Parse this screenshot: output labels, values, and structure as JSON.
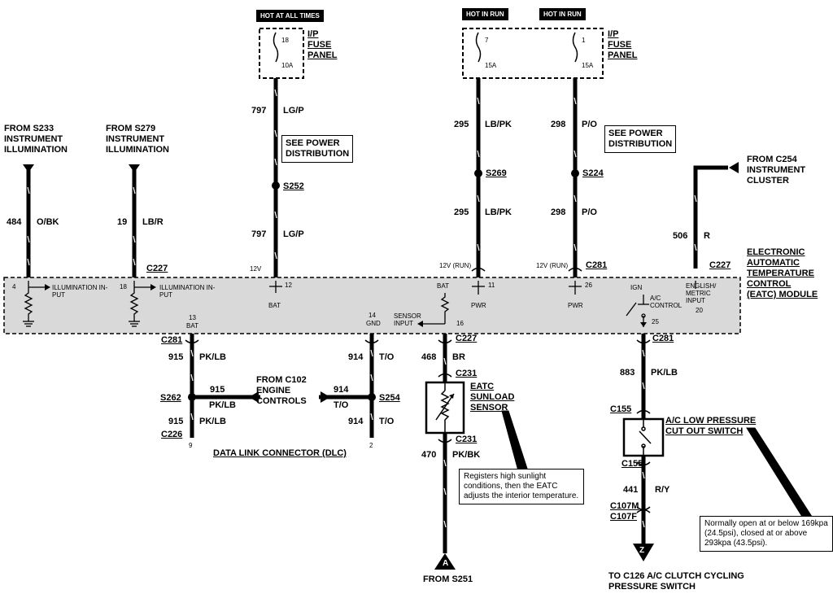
{
  "colors": {
    "wire": "#000000",
    "module_fill": "#d9d9d9",
    "background": "#ffffff"
  },
  "headers": {
    "hot_at_all_times": "HOT AT ALL TIMES",
    "hot_in_run_1": "HOT IN RUN",
    "hot_in_run_2": "HOT IN RUN"
  },
  "fuse_panels": {
    "left": {
      "fuse_no": "18",
      "rating": "10A",
      "label": "I/P\nFUSE\nPANEL"
    },
    "right": {
      "fuse_a_no": "7",
      "fuse_a_rating": "15A",
      "fuse_b_no": "1",
      "fuse_b_rating": "15A",
      "label": "I/P\nFUSE\nPANEL"
    }
  },
  "power_distribution_notes": {
    "left": "SEE POWER\nDISTRIBUTION",
    "right": "SEE POWER\nDISTRIBUTION"
  },
  "sources": {
    "s233": "FROM S233\nINSTRUMENT\nILLUMINATION",
    "s279": "FROM S279\nINSTRUMENT\nILLUMINATION",
    "c254": "FROM C254\nINSTRUMENT\nCLUSTER"
  },
  "wires": {
    "w484": {
      "circuit": "484",
      "color": "O/BK"
    },
    "w19": {
      "circuit": "19",
      "color": "LB/R"
    },
    "w797_upper": {
      "circuit": "797",
      "color": "LG/P"
    },
    "w797_lower": {
      "circuit": "797",
      "color": "LG/P"
    },
    "w295_upper": {
      "circuit": "295",
      "color": "LB/PK"
    },
    "w295_lower": {
      "circuit": "295",
      "color": "LB/PK"
    },
    "w298_upper": {
      "circuit": "298",
      "color": "P/O"
    },
    "w298_lower": {
      "circuit": "298",
      "color": "P/O"
    },
    "w506": {
      "circuit": "506",
      "color": "R"
    },
    "w915_a": {
      "circuit": "915",
      "color": "PK/LB"
    },
    "w915_b": {
      "circuit": "915",
      "color": "PK/LB"
    },
    "w915_mid": {
      "circuit": "915",
      "color": "PK/LB"
    },
    "w914_a": {
      "circuit": "914",
      "color": "T/O"
    },
    "w914_b": {
      "circuit": "914",
      "color": "T/O"
    },
    "w914_mid": {
      "circuit": "914",
      "color": "T/O"
    },
    "w468": {
      "circuit": "468",
      "color": "BR"
    },
    "w470": {
      "circuit": "470",
      "color": "PK/BK"
    },
    "w883": {
      "circuit": "883",
      "color": "PK/LB"
    },
    "w441": {
      "circuit": "441",
      "color": "R/Y"
    }
  },
  "splices": {
    "s252": "S252",
    "s269": "S269",
    "s224": "S224",
    "s262": "S262",
    "s254": "S254"
  },
  "connectors": {
    "c227_top_left": "C227",
    "c281_top": "C281",
    "c227_top_right": "C227",
    "c281_bottom_left": "C281",
    "c227_bottom": "C227",
    "c281_bottom_right": "C281",
    "c231_top": "C231",
    "c231_bottom": "C231",
    "c226": "C226",
    "c155_top": "C155",
    "c155_bottom": "C155",
    "c107m": "C107M",
    "c107f": "C107F"
  },
  "module": {
    "label": "ELECTRONIC\nAUTOMATIC\nTEMPERATURE\nCONTROL\n(EATC) MODULE",
    "illum_1": "ILLUMINATION IN-\nPUT",
    "illum_2": "ILLUMINATION IN-\nPUT",
    "pin_4": "4",
    "pin_18": "18",
    "pin_12": "12",
    "bat_12": "BAT",
    "pin_13": "13",
    "bat_13": "BAT",
    "pin_14": "14",
    "gnd_14": "GND",
    "bat_sensor": "BAT",
    "sensor_input": "SENSOR\nINPUT",
    "pin_16": "16",
    "pin_11": "11",
    "pwr_11": "PWR",
    "pin_26": "26",
    "pwr_26": "PWR",
    "ign": "IGN",
    "ac_control": "A/C\nCONTROL",
    "pin_25": "25",
    "english_metric": "ENGLISH/\nMETRIC\nINPUT",
    "pin_20": "20",
    "v12_left": "12V",
    "v12_run_a": "12V (RUN)",
    "v12_run_b": "12V (RUN)"
  },
  "engine_controls": "FROM C102\nENGINE\nCONTROLS",
  "dlc": {
    "label": "DATA LINK CONNECTOR (DLC)",
    "pin_9": "9",
    "pin_2": "2"
  },
  "sunload": {
    "label": "EATC\nSUNLOAD\nSENSOR",
    "note": "Registers high sunlight conditions, then the EATC adjusts the interior temperature."
  },
  "switch": {
    "label": "A/C LOW PRESSURE\nCUT OUT SWITCH",
    "note": "Normally open at or below 169kpa (24.5psi), closed at or above 293kpa (43.5psi)."
  },
  "terminals": {
    "a_letter": "A",
    "a_from": "FROM S251",
    "z_letter": "Z",
    "z_to": "TO C126 A/C CLUTCH CYCLING\nPRESSURE SWITCH"
  }
}
